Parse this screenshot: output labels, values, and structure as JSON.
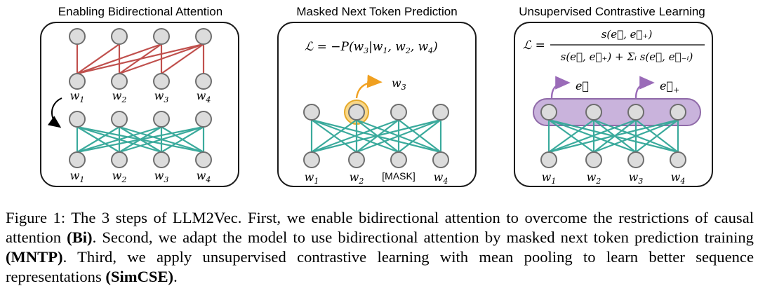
{
  "panels": [
    {
      "title": "Enabling Bidirectional Attention"
    },
    {
      "title": "Masked Next Token Prediction",
      "output_label": "w",
      "output_sub": "3",
      "mask_token": "[MASK]"
    },
    {
      "title": "Unsupervised Contrastive Learning",
      "emb_label": "e",
      "emb_pos_label": "e",
      "emb_pos_sub": "+"
    }
  ],
  "tokens": [
    {
      "w": "w",
      "sub": "1"
    },
    {
      "w": "w",
      "sub": "2"
    },
    {
      "w": "w",
      "sub": "3"
    },
    {
      "w": "w",
      "sub": "4"
    }
  ],
  "formulas": {
    "mntp": {
      "lhs": "ℒ = −P(w",
      "a": "3",
      "b": "|w",
      "c": "1",
      "d": ", w",
      "e": "2",
      "f": ", w",
      "g": "4",
      "h": ")"
    },
    "simcse": {
      "lhs": "ℒ =",
      "numerator": "s(e⃗, e⃗₊)",
      "denominator": "s(e⃗, e⃗₊) + Σᵢ s(e⃗, e⃗₋ᵢ)"
    }
  },
  "caption": {
    "p1": "Figure 1: The 3 steps of LLM2Vec. First, we enable bidirectional attention to overcome the restrictions of causal attention ",
    "b1": "(Bi)",
    "p2": ". Second, we adapt the model to use bidirectional attention by masked next token prediction training ",
    "b2": "(MNTP)",
    "p3": ". Third, we apply unsupervised contrastive learning with mean pooling to learn better sequence representations ",
    "b3": "(SimCSE)",
    "p4": "."
  },
  "colors": {
    "causal": "#c0504d",
    "bidirectional": "#3aaa9c",
    "highlight": "#f5c24a",
    "pool": "#c9b3dc",
    "arrow_out": "#f0a020",
    "arrow_emb": "#9a6bb8"
  }
}
